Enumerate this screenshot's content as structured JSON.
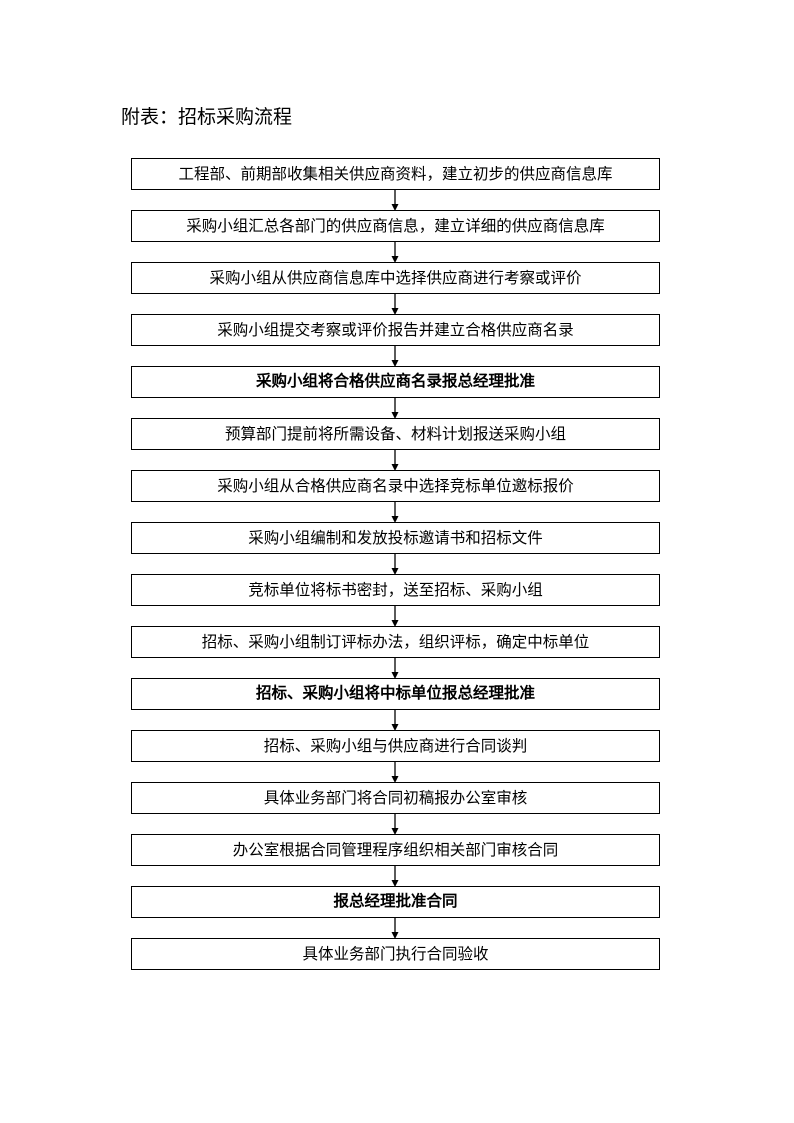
{
  "title": "附表：招标采购流程",
  "steps": [
    {
      "label": "工程部、前期部收集相关供应商资料，建立初步的供应商信息库",
      "bold": false
    },
    {
      "label": "采购小组汇总各部门的供应商信息，建立详细的供应商信息库",
      "bold": false
    },
    {
      "label": "采购小组从供应商信息库中选择供应商进行考察或评价",
      "bold": false
    },
    {
      "label": "采购小组提交考察或评价报告并建立合格供应商名录",
      "bold": false
    },
    {
      "label": "采购小组将合格供应商名录报总经理批准",
      "bold": true
    },
    {
      "label": "预算部门提前将所需设备、材料计划报送采购小组",
      "bold": false
    },
    {
      "label": "采购小组从合格供应商名录中选择竞标单位邀标报价",
      "bold": false
    },
    {
      "label": "采购小组编制和发放投标邀请书和招标文件",
      "bold": false
    },
    {
      "label": "竞标单位将标书密封，送至招标、采购小组",
      "bold": false
    },
    {
      "label": "招标、采购小组制订评标办法，组织评标，确定中标单位",
      "bold": false
    },
    {
      "label": "招标、采购小组将中标单位报总经理批准",
      "bold": true
    },
    {
      "label": "招标、采购小组与供应商进行合同谈判",
      "bold": false
    },
    {
      "label": "具体业务部门将合同初稿报办公室审核",
      "bold": false
    },
    {
      "label": "办公室根据合同管理程序组织相关部门审核合同",
      "bold": false
    },
    {
      "label": "报总经理批准合同",
      "bold": true
    },
    {
      "label": "具体业务部门执行合同验收",
      "bold": false
    }
  ],
  "colors": {
    "line": "#000000",
    "background": "#ffffff"
  }
}
